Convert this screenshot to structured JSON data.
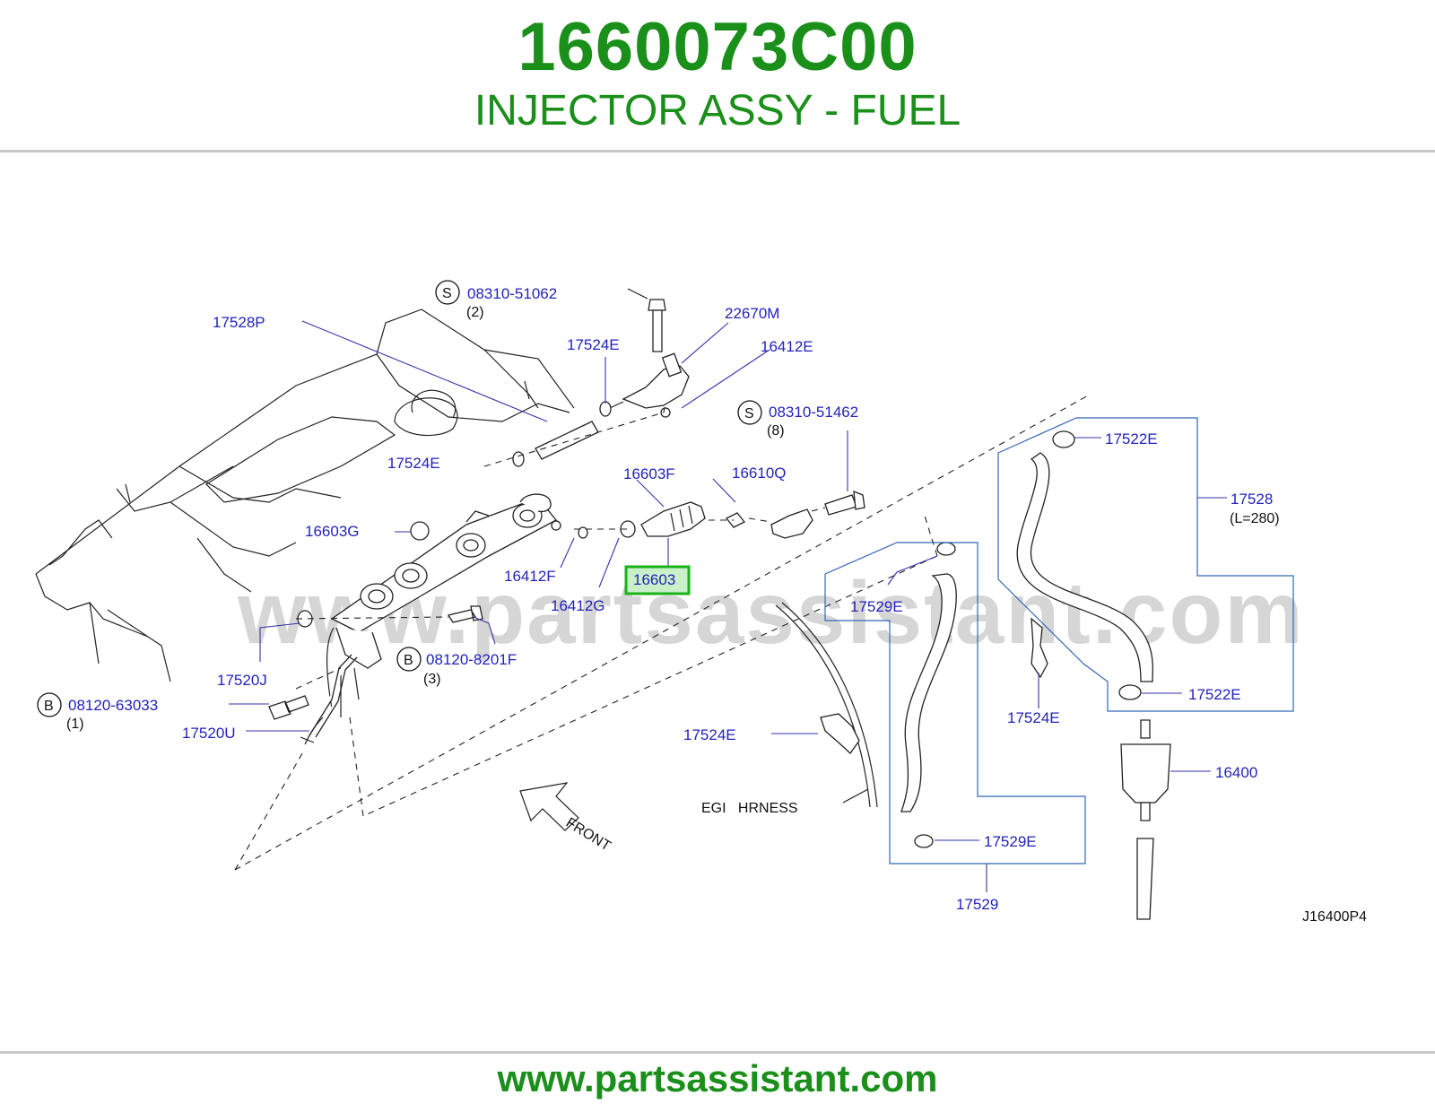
{
  "header": {
    "part_number": "1660073C00",
    "description": "INJECTOR ASSY - FUEL"
  },
  "watermark": "www.partsassistant.com",
  "footer": {
    "url": "www.partsassistant.com"
  },
  "diagram": {
    "drawing_code": "J16400P4",
    "front_label": "FRONT",
    "harness_label": "EGI   HRNESS",
    "highlighted_part": "16603",
    "colors": {
      "brand_green": "#1a8f1a",
      "label_blue": "#2222bb",
      "box_blue": "#3366bb",
      "highlight_green": "#1bb21b"
    },
    "labels": {
      "p17528P": "17528P",
      "s_bolt_top": "08310-51062",
      "s_bolt_top_qty": "(2)",
      "p22670M": "22670M",
      "p17524E_a": "17524E",
      "p16412E": "16412E",
      "s_bolt_right": "08310-51462",
      "s_bolt_right_qty": "(8)",
      "p17524E_b": "17524E",
      "p16603F": "16603F",
      "p16610Q": "16610Q",
      "p16603G": "16603G",
      "p16412F": "16412F",
      "p16412G": "16412G",
      "p16603": "16603",
      "p17520J": "17520J",
      "b_bolt_mid": "08120-8201F",
      "b_bolt_mid_qty": "(3)",
      "b_bolt_left": "08120-63033",
      "b_bolt_left_qty": "(1)",
      "p17520U": "17520U",
      "p17522E_top": "17522E",
      "p17528": "17528",
      "p17528_len": "(L=280)",
      "p17522E_bot": "17522E",
      "p17529E_top": "17529E",
      "p17524E_c": "17524E",
      "p17524E_d": "17524E",
      "p16400": "16400",
      "p17529E_bot": "17529E",
      "p17529": "17529",
      "marker_s": "S",
      "marker_b": "B"
    }
  }
}
